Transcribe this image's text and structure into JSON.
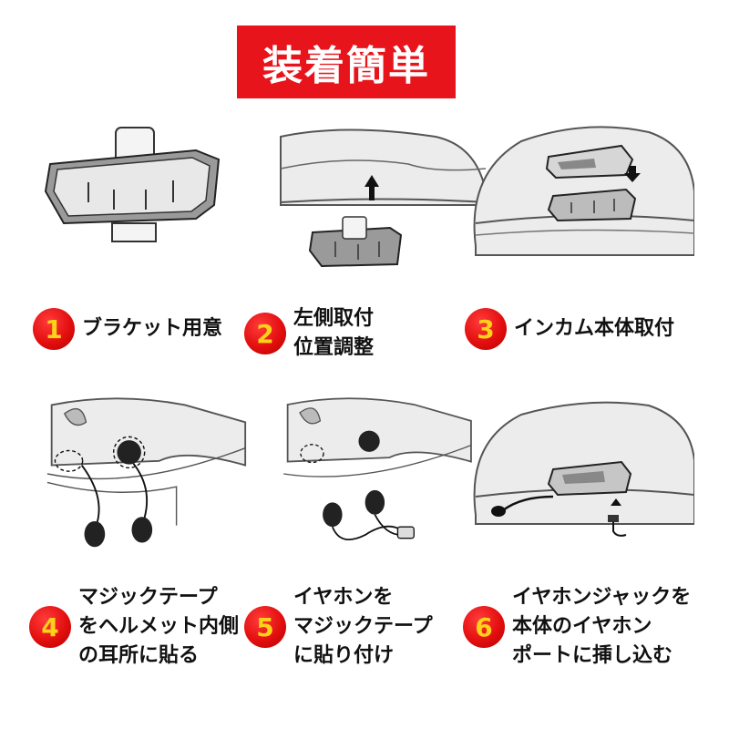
{
  "title": "装着簡単",
  "steps": [
    {
      "number": "1",
      "lines": [
        "ブラケット用意"
      ]
    },
    {
      "number": "2",
      "lines": [
        "左側取付",
        "位置調整"
      ]
    },
    {
      "number": "3",
      "lines": [
        "インカム本体取付"
      ]
    },
    {
      "number": "4",
      "lines": [
        "マジックテープ",
        "をヘルメット内側",
        "の耳所に貼る"
      ]
    },
    {
      "number": "5",
      "lines": [
        "イヤホンを",
        "マジックテープ",
        "に貼り付け"
      ]
    },
    {
      "number": "6",
      "lines": [
        "イヤホンジャックを",
        "本体のイヤホン",
        "ポートに挿し込む"
      ]
    }
  ],
  "colors": {
    "banner": "#e8141c",
    "badge": "#e30f0f",
    "badge_number": "#ffd21a"
  }
}
